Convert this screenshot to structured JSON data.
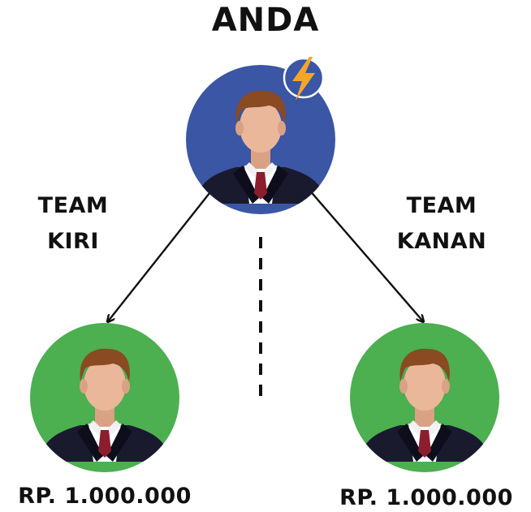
{
  "title": "ANDA",
  "team_left": {
    "line1": "TEAM",
    "line2": "KIRI"
  },
  "team_right": {
    "line1": "TEAM",
    "line2": "KANAN"
  },
  "amount_left": "RP. 1.000.000",
  "amount_right": "RP. 1.000.000",
  "colors": {
    "top_circle": "#3a56a5",
    "child_circle": "#4caf50",
    "suit": "#1a1a2e",
    "tie": "#8b1e2e",
    "skin": "#ebb79b",
    "hair": "#8a4a22",
    "lightning": "#f4a52a",
    "line": "#111111"
  },
  "icons": [
    "person-avatar-icon",
    "lightning-icon"
  ]
}
